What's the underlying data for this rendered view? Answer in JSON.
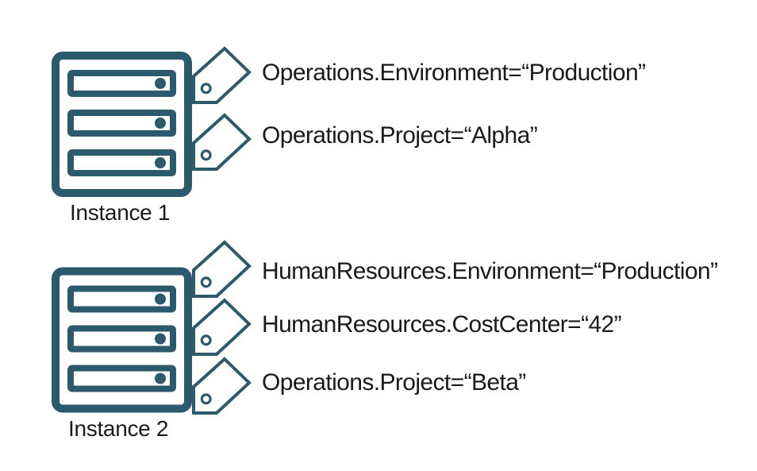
{
  "diagram": {
    "title_hint": "Two compute instances with assigned tags",
    "colors": {
      "icon_stroke": "#2b5a6d",
      "text": "#1a1a1a",
      "background": "#ffffff"
    },
    "instances": [
      {
        "label": "Instance 1",
        "tags": [
          {
            "text": "Operations.Environment=“Production”"
          },
          {
            "text": "Operations.Project=“Alpha”"
          }
        ]
      },
      {
        "label": "Instance 2",
        "tags": [
          {
            "text": "HumanResources.Environment=“Production”"
          },
          {
            "text": "HumanResources.CostCenter=“42”"
          },
          {
            "text": "Operations.Project=“Beta”"
          }
        ]
      }
    ]
  }
}
